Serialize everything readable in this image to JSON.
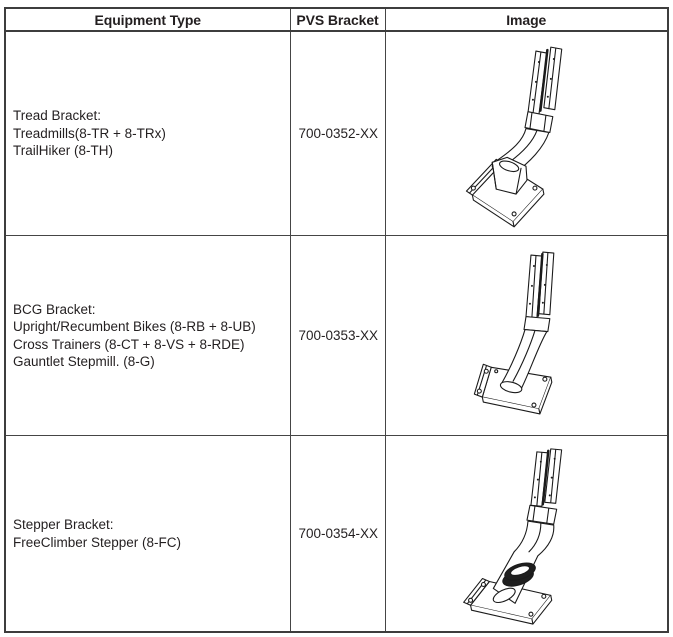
{
  "table": {
    "columns": [
      {
        "label": "Equipment Type"
      },
      {
        "label": "PVS Bracket"
      },
      {
        "label": "Image"
      }
    ],
    "rows": [
      {
        "equipment": {
          "title": "Tread Bracket:",
          "lines": [
            "Treadmills(8-TR + 8-TRx)",
            "TrailHiker (8-TH)"
          ]
        },
        "pvs_bracket": "700-0352-XX",
        "image": "tread-bracket-line-drawing"
      },
      {
        "equipment": {
          "title": "BCG Bracket:",
          "lines": [
            "Upright/Recumbent Bikes (8-RB + 8-UB)",
            "Cross Trainers (8-CT + 8-VS + 8-RDE)",
            "Gauntlet Stepmill. (8-G)"
          ]
        },
        "pvs_bracket": "700-0353-XX",
        "image": "bcg-bracket-line-drawing"
      },
      {
        "equipment": {
          "title": "Stepper Bracket:",
          "lines": [
            "FreeClimber Stepper (8-FC)"
          ]
        },
        "pvs_bracket": "700-0354-XX",
        "image": "stepper-bracket-line-drawing"
      }
    ]
  },
  "colors": {
    "background": "#ffffff",
    "border": "#3d3d3d",
    "text": "#231f20",
    "line_art": "#1b1b1b",
    "collar_fill": "#1f1f1f"
  }
}
